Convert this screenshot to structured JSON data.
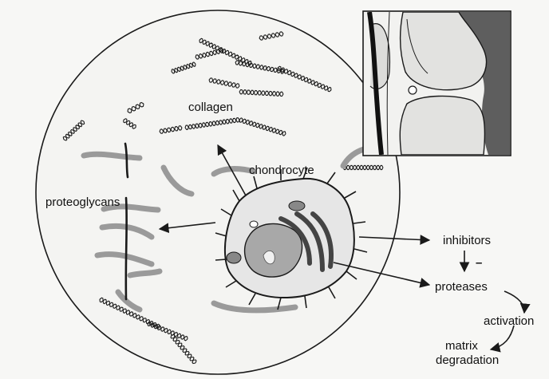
{
  "labels": {
    "collagen": "collagen",
    "chondrocyte": "chondrocyte",
    "proteoglycans": "proteoglycans",
    "inhibitors": "inhibitors",
    "minus_sign": "–",
    "proteases": "proteases",
    "activation": "activation",
    "matrix_line1": "matrix",
    "matrix_line2": "degradation"
  },
  "colors": {
    "ink": "#1a1a1a",
    "fiber_gray": "#9a9a9a",
    "nucleus": "#a8a8a8",
    "cytoplasm": "#e6e6e6",
    "bone_fill": "#e2e2e0",
    "dark_tissue": "#5e5e5e"
  },
  "icons": {
    "cell": "chondrocyte-cell-icon",
    "inset": "knee-joint-inset-icon"
  }
}
